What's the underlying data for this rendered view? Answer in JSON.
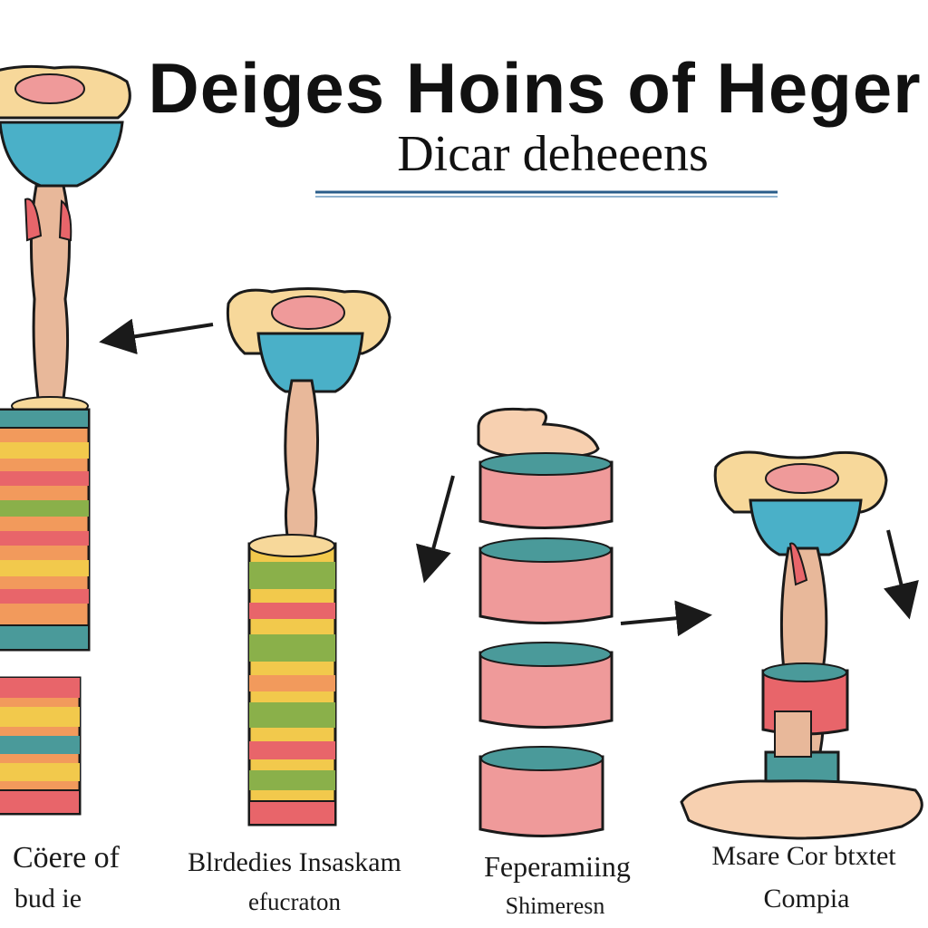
{
  "title": {
    "line1": "Deiges Hoins of Heger",
    "line2": "Dicar deheeens"
  },
  "captions": [
    {
      "line1": "Cöere of",
      "line2": "bud ie"
    },
    {
      "line1": "Blrdedies Insaskam",
      "line2": "efucraton"
    },
    {
      "line1": "Feperamiing",
      "line2": "Shimeresn"
    },
    {
      "line1": "Msare Cor btxtet",
      "line2": "Compia"
    }
  ],
  "colors": {
    "underline_top": "#2a5d8a",
    "underline_bottom": "#8fb3cf",
    "disc_red": "#e8656a",
    "disc_teal": "#4a9a9a",
    "disc_yellow": "#f2c94c",
    "disc_green": "#8ab04a",
    "disc_orange": "#f29a5c",
    "cup_blue": "#4ab0c8",
    "cup_yellow": "#f7d89a",
    "skin": "#e8b89a",
    "pink_ring": "#ef9a9a",
    "outline": "#1a1a1a"
  },
  "icons": [
    "arrow-left-icon",
    "arrow-down-left-icon",
    "arrow-right-icon",
    "arrow-down-icon"
  ]
}
